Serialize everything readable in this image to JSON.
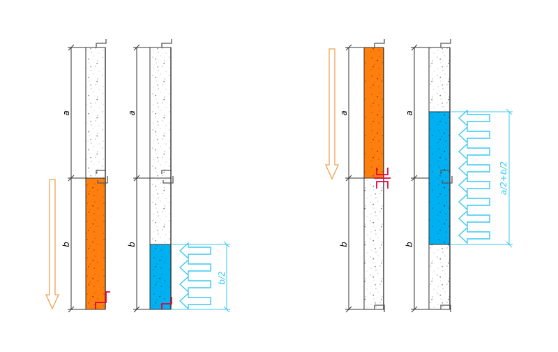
{
  "labels": {
    "a": "a",
    "b": "b",
    "b_half": "b/2",
    "a_half_plus_b_half": "a/2+b/2"
  },
  "colors": {
    "orange": "#ff7f0e",
    "cyan": "#00b0f0",
    "cyan_line": "#3cc8f0",
    "red": "#e6003c",
    "orange_arrow": "#f0a050",
    "outline": "#333333",
    "concrete": "#ffffff"
  }
}
